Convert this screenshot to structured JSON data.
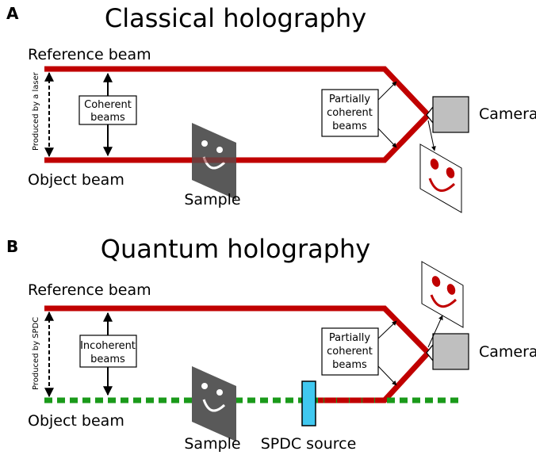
{
  "panels": [
    {
      "letter": "A",
      "title": "Classical holography",
      "reference_label": "Reference beam",
      "object_label": "Object beam",
      "vertical_label": "Produced by a laser",
      "box_label_lines": [
        "Coherent",
        "beams"
      ],
      "partial_lines": [
        "Partially",
        "coherent",
        "beams"
      ],
      "camera_label": "Camera",
      "sample_label": "Sample"
    },
    {
      "letter": "B",
      "title": "Quantum holography",
      "reference_label": "Reference beam",
      "object_label": "Object beam",
      "vertical_label": "Produced by SPDC",
      "box_label_lines": [
        "Incoherent",
        "beams"
      ],
      "partial_lines": [
        "Partially",
        "coherent",
        "beams"
      ],
      "camera_label": "Camera",
      "sample_label": "Sample",
      "source_label": "SPDC source"
    }
  ],
  "colors": {
    "beam": "#c00000",
    "object_beam_b": "#1a9a1a",
    "camera": "#bfbfbf",
    "sample": "#595959",
    "spdc_source": "#40c8f0"
  }
}
